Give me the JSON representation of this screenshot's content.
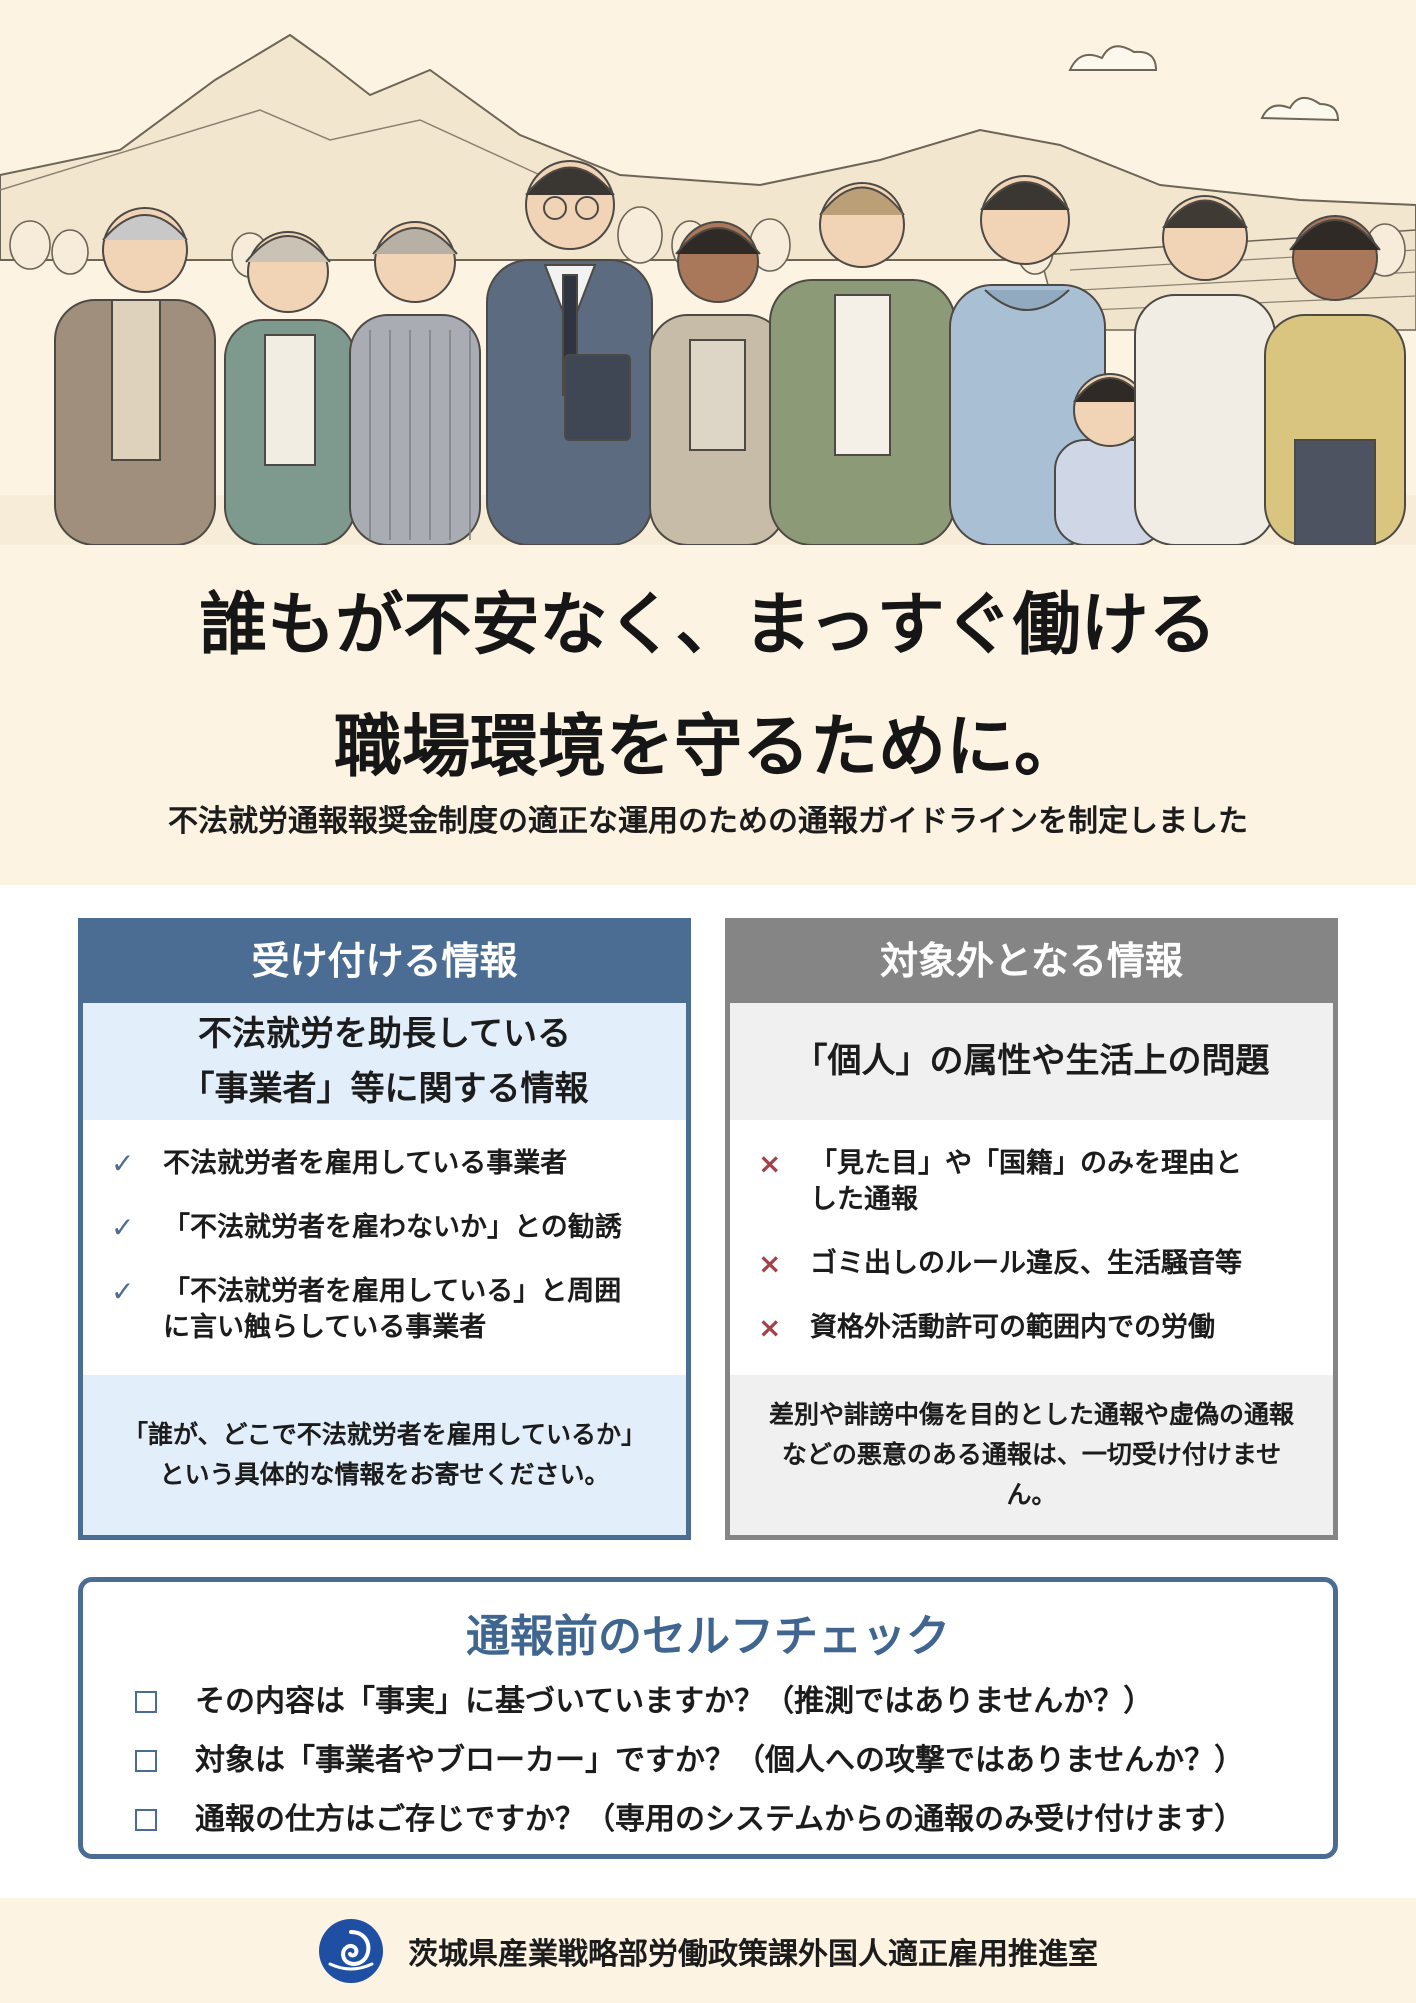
{
  "hero": {
    "title_line1": "誰もが不安なく、まっすぐ働ける",
    "title_line2": "職場環境を守るために。",
    "subtitle": "不法就労通報報奨金制度の適正な運用のための通報ガイドラインを制定しました"
  },
  "accept_box": {
    "header": "受け付ける情報",
    "lead_line1": "不法就労を助長している",
    "lead_line2": "「事業者」等に関する情報",
    "items": [
      {
        "mark": "✓",
        "line1": "不法就労者を雇用している事業者",
        "line2": ""
      },
      {
        "mark": "✓",
        "line1": "「不法就労者を雇わないか」との勧誘",
        "line2": ""
      },
      {
        "mark": "✓",
        "line1": "「不法就労者を雇用している」と周囲",
        "line2": "に言い触らしている事業者"
      }
    ],
    "note_line1": "「誰が、どこで不法就労者を雇用しているか」",
    "note_line2": "という具体的な情報をお寄せください。"
  },
  "exclude_box": {
    "header": "対象外となる情報",
    "lead_line1": "「個人」の属性や生活上の問題",
    "items": [
      {
        "mark": "×",
        "line1": "「見た目」や「国籍」のみを理由と",
        "line2": "した通報"
      },
      {
        "mark": "×",
        "line1": "ゴミ出しのルール違反、生活騒音等",
        "line2": ""
      },
      {
        "mark": "×",
        "line1": "資格外活動許可の範囲内での労働",
        "line2": ""
      }
    ],
    "note_line1": "差別や誹謗中傷を目的とした通報や虚偽の通報",
    "note_line2": "などの悪意のある通報は、一切受け付けません。"
  },
  "self_check": {
    "title": "通報前のセルフチェック",
    "items": [
      "その内容は「事実」に基づいていますか？（推測ではありませんか？）",
      "対象は「事業者やブローカー」ですか？（個人への攻撃ではありませんか？）",
      "通報の仕方はご存じですか？（専用のシステムからの通報のみ受け付けます）"
    ]
  },
  "footer": {
    "org_name": "茨城県産業戦略部労働政策課外国人適正雇用推進室"
  },
  "icons": {
    "accept_mark": "check-icon",
    "exclude_mark": "cross-icon",
    "checkbox": "checkbox-icon",
    "logo": "ibaraki-logo"
  },
  "colors": {
    "accent_blue": "#4c6d93",
    "neutral_gray": "#858585",
    "cross_red": "#a4414a",
    "cream_background": "#fcf3e3",
    "light_blue_panel": "#e2eefa",
    "light_gray_panel": "#f0f0f0"
  }
}
